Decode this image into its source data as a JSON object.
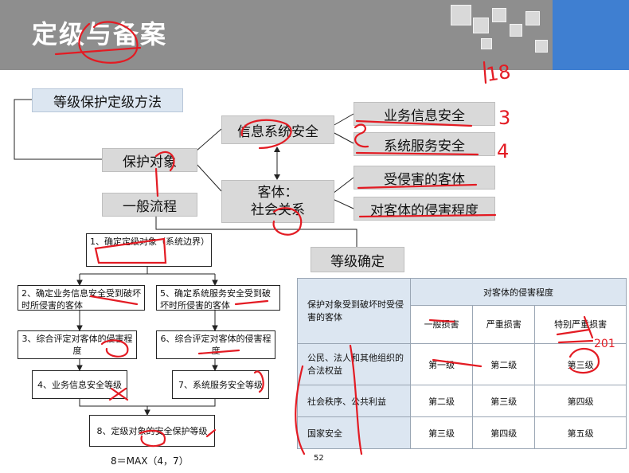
{
  "slide": {
    "title": "定级与备案",
    "page_number": "52",
    "formula": "8＝MAX（4，7）"
  },
  "diagram": {
    "method": "等级保护定级方法",
    "protected_object": "保护对象",
    "general_flow": "一般流程",
    "info_system_security": "信息系统安全",
    "business_info_security": "业务信息安全",
    "system_service_security": "系统服务安全",
    "object_line1": "客体：",
    "object_line2": "社会关系",
    "infringed_object": "受侵害的客体",
    "harm_degree": "对客体的侵害程度",
    "level_determination": "等级确定"
  },
  "flow_steps": {
    "s1": "1、确定定级对象（系统边界）",
    "s2": "2、确定业务信息安全受到破坏时所侵害的客体",
    "s3": "3、综合评定对客体的侵害程度",
    "s4": "4、业务信息安全等级",
    "s5": "5、确定系统服务安全受到破坏时所侵害的客体",
    "s6": "6、综合评定对客体的侵害程度",
    "s7": "7、系统服务安全等级",
    "s8": "8、定级对象的安全保护等级"
  },
  "matrix": {
    "corner": "保护对象受到破坏时受侵害的客体",
    "degree_header": "对客体的侵害程度",
    "columns": [
      "一般损害",
      "严重损害",
      "特别严重损害"
    ],
    "rows": [
      {
        "object": "公民、法人和其他组织的合法权益",
        "levels": [
          "第一级",
          "第二级",
          "第三级"
        ]
      },
      {
        "object": "社会秩序、公共利益",
        "levels": [
          "第二级",
          "第三级",
          "第四级"
        ]
      },
      {
        "object": "国家安全",
        "levels": [
          "第三级",
          "第四级",
          "第五级"
        ]
      }
    ]
  },
  "annotations": {
    "n18": "18",
    "n3": "3",
    "n4": "4",
    "n201": "201",
    "ink_color": "#e31b23"
  }
}
